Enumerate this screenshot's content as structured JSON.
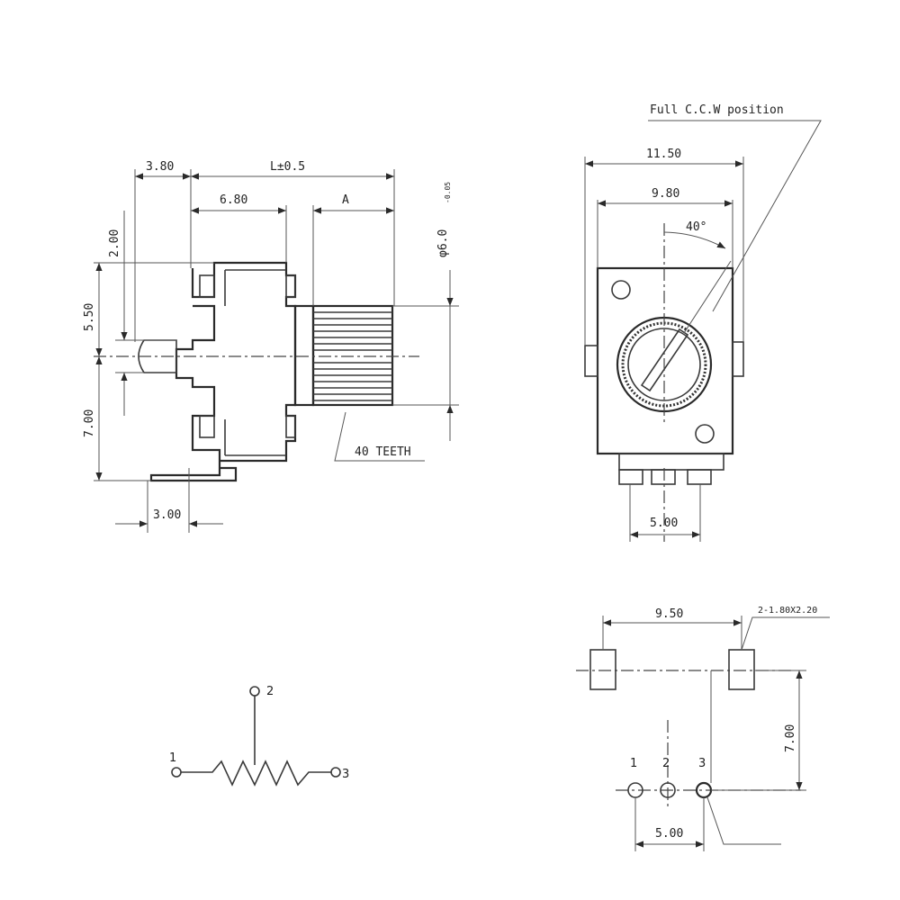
{
  "side_view": {
    "dim_3_80": "3.80",
    "dim_l": "L±0.5",
    "dim_6_80": "6.80",
    "dim_a": "A",
    "dim_dia_main": "φ6.0",
    "dim_dia_tol": "-0.05",
    "dim_2_00": "2.00",
    "dim_5_50": "5.50",
    "dim_7_00": "7.00",
    "dim_3_00": "3.00",
    "teeth_label": "40 TEETH"
  },
  "front_view": {
    "callout": "Full C.C.W position",
    "dim_11_50": "11.50",
    "dim_9_80": "9.80",
    "angle": "40°",
    "dim_5_00": "5.00"
  },
  "schematic": {
    "pin1": "1",
    "pin2": "2",
    "pin3": "3"
  },
  "pcb_layout": {
    "dim_9_50": "9.50",
    "slot_spec": "2-1.80X2.20",
    "dim_7_00": "7.00",
    "dim_5_00": "5.00",
    "pin1": "1",
    "pin2": "2",
    "pin3": "3"
  }
}
